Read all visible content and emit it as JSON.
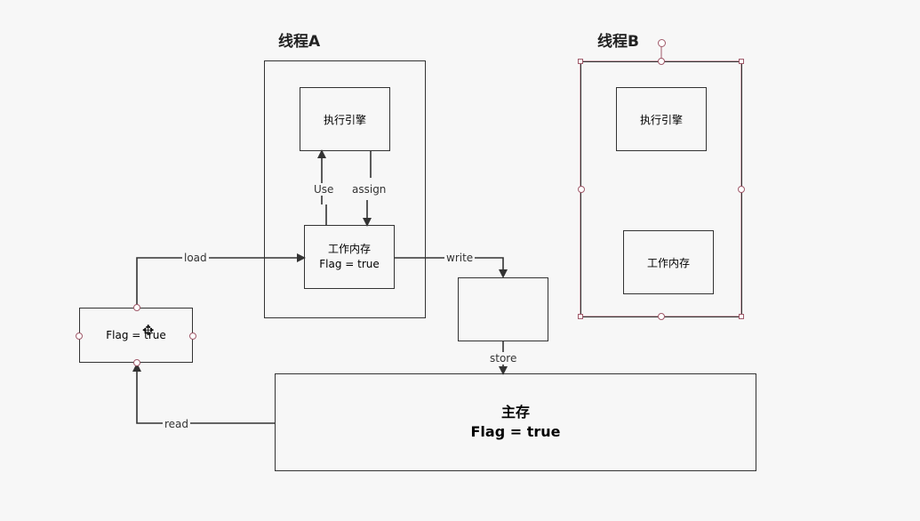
{
  "threadA": {
    "title": "线程A",
    "engine_label": "执行引擎",
    "work_memory_title": "工作内存",
    "work_memory_value": "Flag = true"
  },
  "threadB": {
    "title": "线程B",
    "engine_label": "执行引擎",
    "work_memory_title": "工作内存"
  },
  "main_memory": {
    "title": "主存",
    "value": "Flag = true"
  },
  "left_box": {
    "text": "Flag = true"
  },
  "edges": {
    "use": "Use",
    "assign": "assign",
    "load": "load",
    "write": "write",
    "store": "store",
    "read": "read"
  },
  "colors": {
    "stroke": "#333333",
    "handle": "#a05a6a",
    "background": "#f7f7f7"
  },
  "icons": {
    "move_cursor": "move-cursor-icon"
  }
}
